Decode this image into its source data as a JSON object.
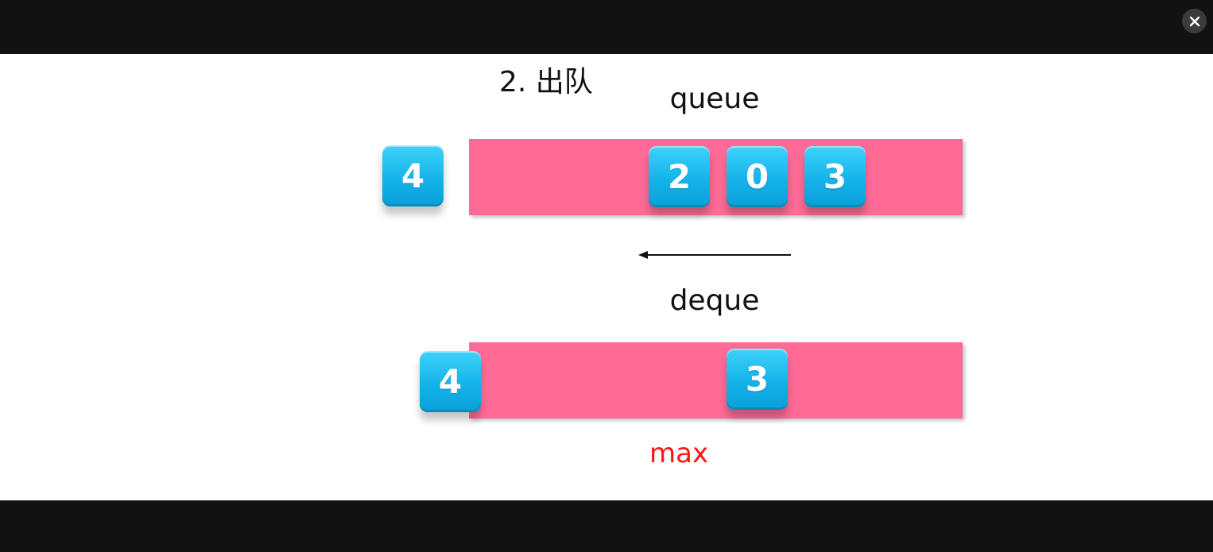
{
  "viewer": {
    "close_icon": "close-icon"
  },
  "slide": {
    "title": "2. 出队",
    "queue": {
      "label": "queue",
      "removed": "4",
      "items": [
        "2",
        "0",
        "3"
      ]
    },
    "arrow_icon": "arrow-left-icon",
    "deque": {
      "label": "deque",
      "removed": "4",
      "items": [
        "3"
      ]
    },
    "max_label": "max"
  },
  "colors": {
    "track": "#ff6b96",
    "tile": "#14b3ea",
    "max": "#ff1414",
    "backdrop": "#121212"
  }
}
